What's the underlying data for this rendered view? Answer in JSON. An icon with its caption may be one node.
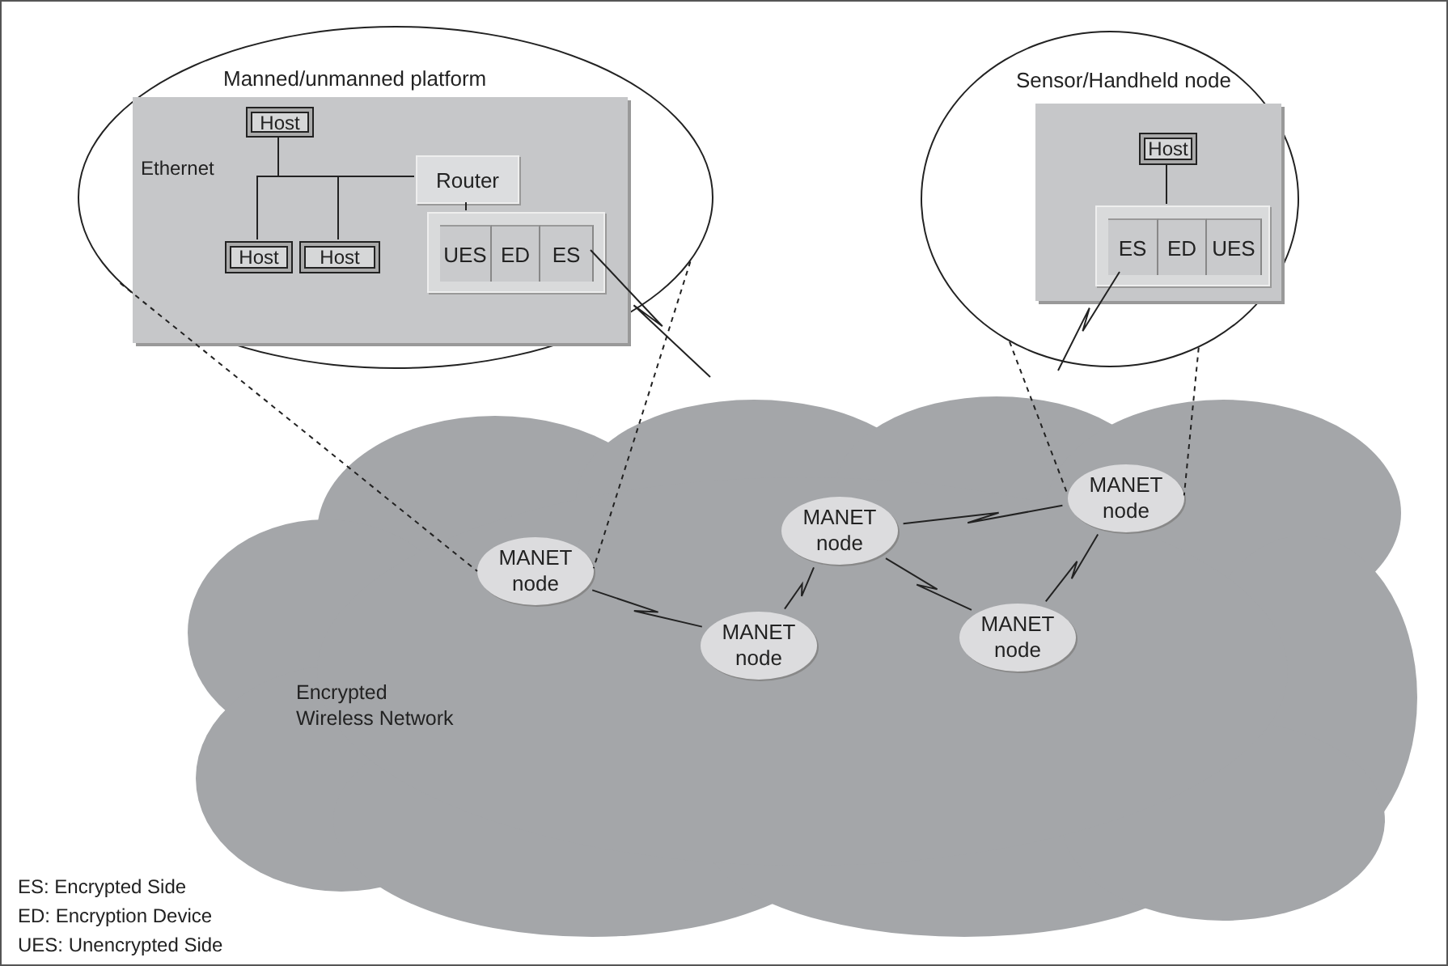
{
  "diagram": {
    "nodes": [
      {
        "text": [
          "Manned/unmanned platform"
        ]
      },
      {
        "text": [],
        "shape": "box",
        "in": 0
      },
      {
        "text": [
          "Host"
        ],
        "in": 1
      },
      {
        "text": [
          "Router"
        ],
        "in": 1
      },
      {
        "text": [
          "Host"
        ],
        "in": 1
      },
      {
        "text": [
          "Host"
        ],
        "in": 1
      },
      {
        "text": [],
        "shape": "box",
        "in": 1
      },
      {
        "text": [
          "UES"
        ],
        "in": 6
      },
      {
        "text": [
          "ED"
        ],
        "in": 6
      },
      {
        "text": [
          "ES"
        ],
        "in": 6
      },
      {
        "text": [
          "Sensor/Handheld node"
        ]
      },
      {
        "text": [],
        "shape": "box",
        "in": 10
      },
      {
        "text": [
          "Host"
        ],
        "in": 11
      },
      {
        "text": [],
        "shape": "box",
        "in": 11
      },
      {
        "text": [
          "ES"
        ],
        "in": 13
      },
      {
        "text": [
          "ED"
        ],
        "in": 13
      },
      {
        "text": [
          "UES"
        ],
        "in": 13
      },
      {
        "text": [
          "Encrypted Wireless Network"
        ]
      },
      {
        "text": [
          "MANET node"
        ],
        "in": 17
      },
      {
        "text": [
          "MANET node"
        ],
        "in": 17
      },
      {
        "text": [
          "MANET node"
        ],
        "in": 17
      },
      {
        "text": [
          "MANET node"
        ],
        "in": 17
      },
      {
        "text": [
          "MANET node"
        ],
        "in": 17
      }
    ],
    "edges": [
      {
        "from": 2,
        "to": 3,
        "arrow": "none"
      },
      {
        "from": 4,
        "to": 3,
        "arrow": "none"
      },
      {
        "from": 5,
        "to": 3,
        "arrow": "none"
      },
      {
        "from": 3,
        "to": 6,
        "arrow": "none"
      },
      {
        "from": 9,
        "to": null,
        "arrow": "none"
      },
      {
        "from": 12,
        "to": 13,
        "arrow": "none"
      },
      {
        "from": 14,
        "to": null,
        "arrow": "none"
      },
      {
        "from": 0,
        "to": 20,
        "arrow": "none",
        "style": "dashed"
      },
      {
        "from": 0,
        "to": 20,
        "arrow": "none",
        "style": "dashed"
      },
      {
        "from": 10,
        "to": 18,
        "arrow": "none",
        "style": "dashed"
      },
      {
        "from": 10,
        "to": 18,
        "arrow": "none",
        "style": "dashed"
      },
      {
        "from": 20,
        "to": 22,
        "arrow": "none"
      },
      {
        "from": 22,
        "to": 19,
        "arrow": "none"
      },
      {
        "from": 19,
        "to": 18,
        "arrow": "none"
      },
      {
        "from": 19,
        "to": 21,
        "arrow": "none"
      },
      {
        "from": 21,
        "to": 18,
        "arrow": "none"
      }
    ],
    "labels": [
      "Ethernet",
      "ES: Encrypted Side",
      "ED: Encryption Device",
      "UES: Unencrypted Side"
    ]
  }
}
